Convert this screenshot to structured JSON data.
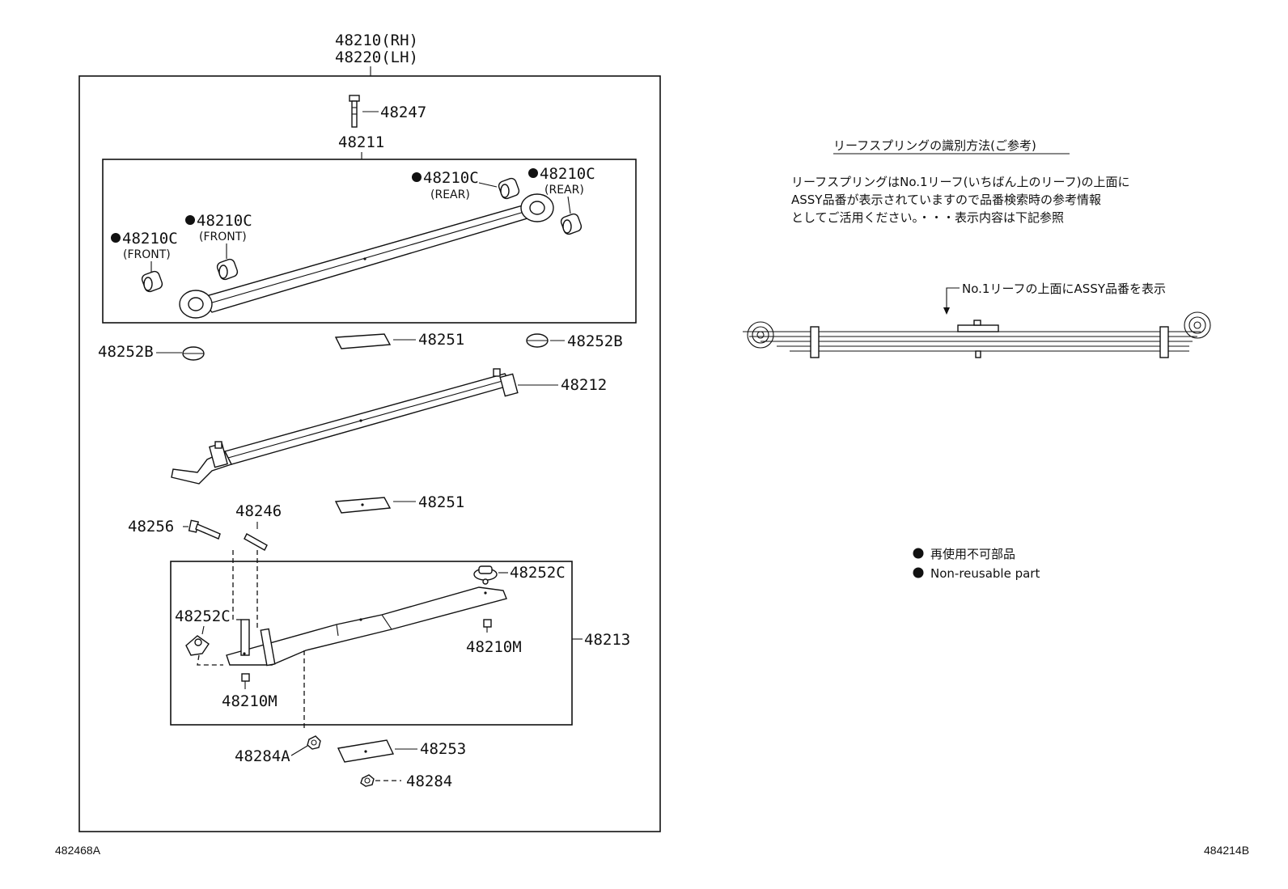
{
  "labels": {
    "assy_rh": "48210(RH)",
    "assy_lh": "48220(LH)",
    "p48247": "48247",
    "p48211": "48211",
    "p48210c_rear_1": "48210C",
    "p48210c_rear_2": "48210C",
    "p48210c_front_1": "48210C",
    "p48210c_front_2": "48210C",
    "rear": "(REAR)",
    "front": "(FRONT)",
    "p48251_top": "48251",
    "p48252b_left": "48252B",
    "p48252b_right": "48252B",
    "p48212": "48212",
    "p48251_mid": "48251",
    "p48256": "48256",
    "p48246": "48246",
    "p48252c_right": "48252C",
    "p48252c_left": "48252C",
    "p48210m_right": "48210M",
    "p48210m_left": "48210M",
    "p48213": "48213",
    "p48284a": "48284A",
    "p48253": "48253",
    "p48284": "48284"
  },
  "info": {
    "title": "リーフスプリングの識別方法(ご参考)",
    "line1": "リーフスプリングはNo.1リーフ(いちばん上のリーフ)の上面に",
    "line2": "ASSY品番が表示されていますので品番検索時の参考情報",
    "line3": "としてご活用ください。・・・表示内容は下記参照",
    "callout": "No.1リーフの上面にASSY品番を表示"
  },
  "legend": {
    "jp": "再使用不可部品",
    "en": "Non-reusable part"
  },
  "refs": {
    "left": "482468A",
    "right": "484214B"
  }
}
